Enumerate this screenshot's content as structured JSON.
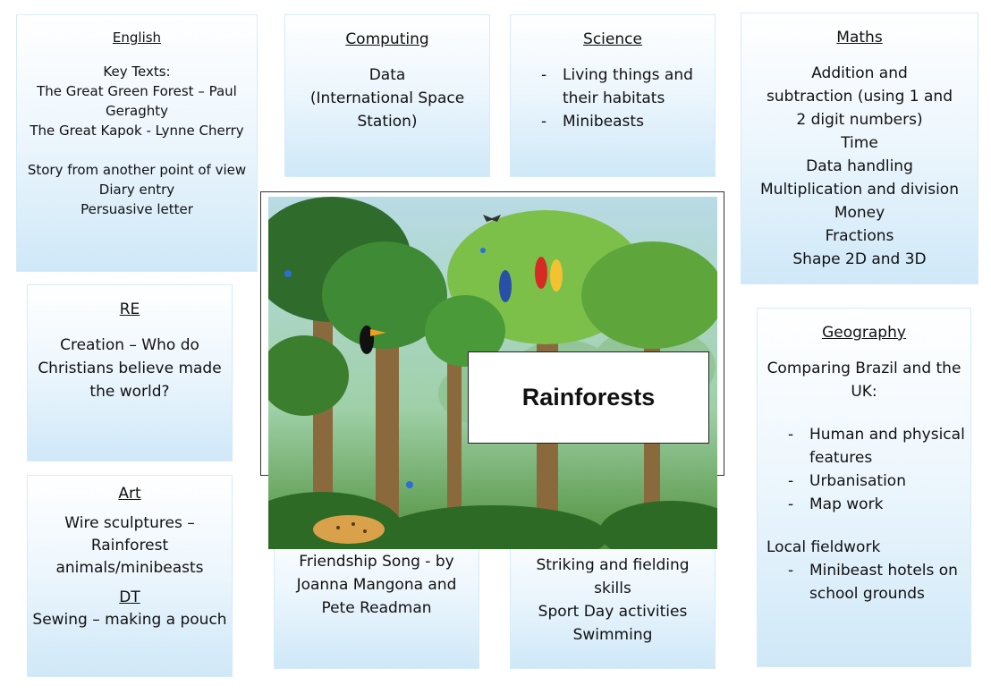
{
  "english": {
    "heading": "English",
    "lines": [
      "Key Texts:",
      "The Great Green Forest – Paul Geraghty",
      "The Great Kapok - Lynne Cherry",
      "Story from another point of view",
      "Diary entry",
      "Persuasive letter"
    ]
  },
  "computing": {
    "heading": "Computing",
    "lines": [
      "Data",
      "(International Space Station)"
    ]
  },
  "science": {
    "heading": "Science",
    "items": [
      "Living things and their habitats",
      "Minibeasts"
    ]
  },
  "maths": {
    "heading": "Maths",
    "lines": [
      "Addition and subtraction (using 1 and 2 digit numbers)",
      "Time",
      "Data handling",
      "Multiplication and division",
      "Money",
      "Fractions",
      "Shape 2D and 3D"
    ]
  },
  "re": {
    "heading": "RE",
    "text": "Creation – Who do Christians believe made the world?"
  },
  "geography": {
    "heading": "Geography",
    "intro": "Comparing Brazil and the UK:",
    "items": [
      "Human and physical features",
      "Urbanisation",
      "Map work"
    ],
    "local": "Local fieldwork",
    "local_items": [
      "Minibeast hotels on school grounds"
    ]
  },
  "art": {
    "heading": "Art",
    "text": "Wire sculptures – Rainforest animals/minibeasts",
    "dt_heading": "DT",
    "dt_text": "Sewing – making a pouch"
  },
  "music": {
    "text": "Friendship Song - by Joanna Mangona and Pete Readman"
  },
  "pe": {
    "lines": [
      "Striking and fielding skills",
      "Sport Day activities",
      "Swimming"
    ]
  },
  "topic": {
    "title": "Rainforests"
  },
  "colors": {
    "box_top": "#ffffff",
    "box_bottom": "#cfe8f8",
    "leaf_dark": "#2f6b2a",
    "leaf_light": "#7cc04a"
  }
}
